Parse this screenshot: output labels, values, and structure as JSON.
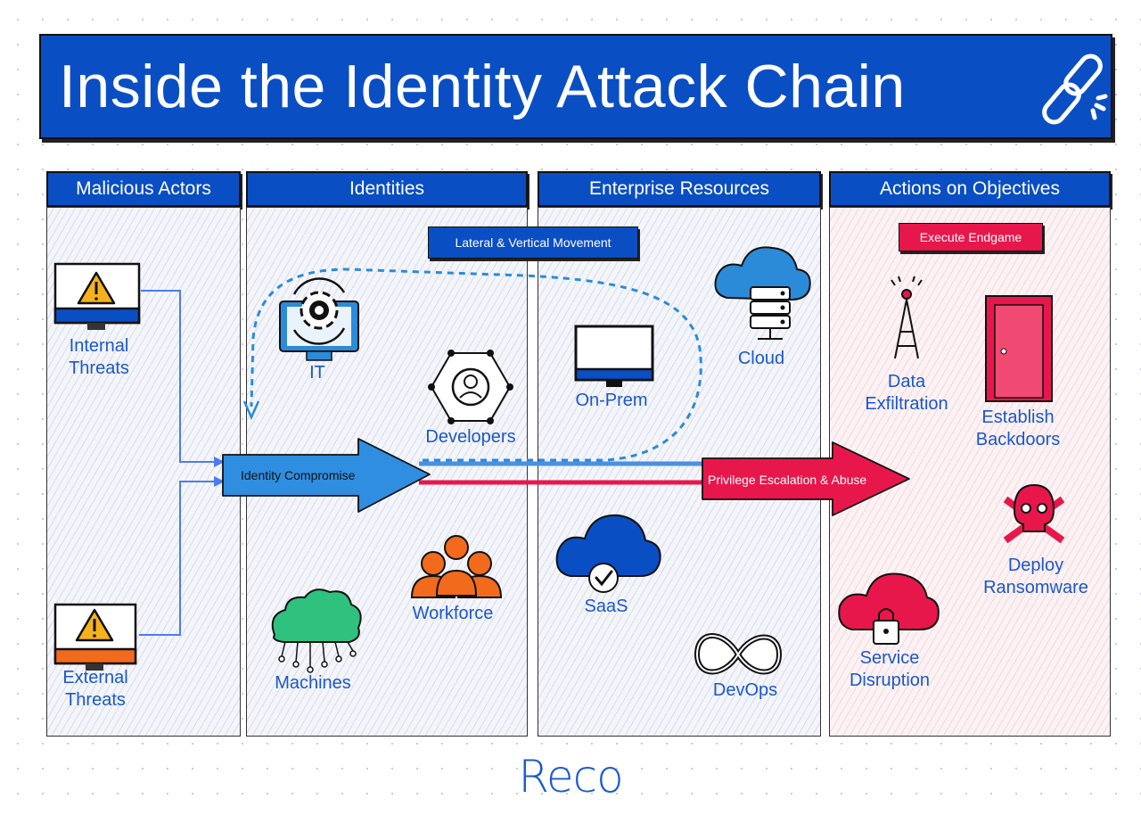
{
  "title": "Inside the Identity Attack Chain",
  "columns": {
    "actors": {
      "header": "Malicious Actors"
    },
    "identities": {
      "header": "Identities"
    },
    "resources": {
      "header": "Enterprise Resources"
    },
    "objectives": {
      "header": "Actions on Objectives"
    }
  },
  "tags": {
    "lateral": "Lateral & Vertical Movement",
    "endgame": "Execute Endgame"
  },
  "flow": {
    "identity_compromise": "Identity Compromise",
    "privilege_escalation": "Privilege Escalation & Abuse"
  },
  "actors": {
    "internal": [
      "Internal",
      "Threats"
    ],
    "external": [
      "External",
      "Threats"
    ]
  },
  "identities": {
    "it": "IT",
    "developers": "Developers",
    "workforce": "Workforce",
    "machines": "Machines"
  },
  "resources": {
    "on_prem": "On-Prem",
    "cloud": "Cloud",
    "saas": "SaaS",
    "devops": "DevOps"
  },
  "objectives": {
    "exfiltration": [
      "Data",
      "Exfiltration"
    ],
    "backdoors": [
      "Establish",
      "Backdoors"
    ],
    "ransomware": [
      "Deploy",
      "Ransomware"
    ],
    "disruption": [
      "Service",
      "Disruption"
    ]
  },
  "logo": "Reco",
  "colors": {
    "brand_blue": "#0a4ec4",
    "label_blue": "#1c57c8",
    "accent_red": "#e8174b",
    "orange": "#f26a1b",
    "green": "#2ec27e"
  }
}
